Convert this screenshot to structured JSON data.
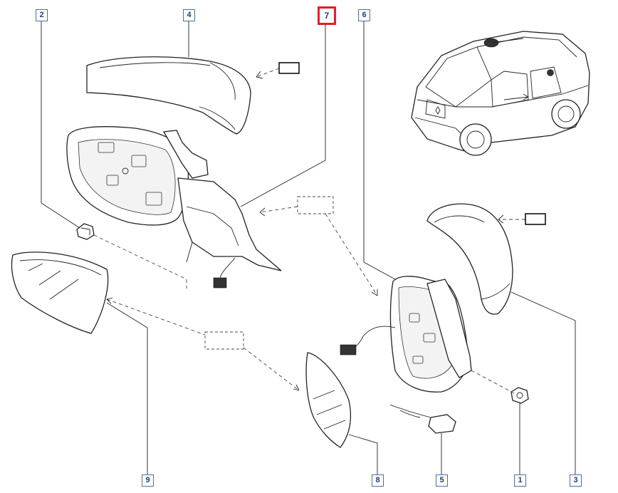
{
  "callouts": [
    {
      "label": "2",
      "active": false
    },
    {
      "label": "4",
      "active": false
    },
    {
      "label": "7",
      "active": true
    },
    {
      "label": "6",
      "active": false
    },
    {
      "label": "9",
      "active": false
    },
    {
      "label": "8",
      "active": false
    },
    {
      "label": "5",
      "active": false
    },
    {
      "label": "1",
      "active": false
    },
    {
      "label": "3",
      "active": false
    }
  ],
  "colors": {
    "callout_border": "#4a6fa0",
    "callout_text": "#1e3f73",
    "active_border": "#e31e24",
    "line": "#222222"
  }
}
